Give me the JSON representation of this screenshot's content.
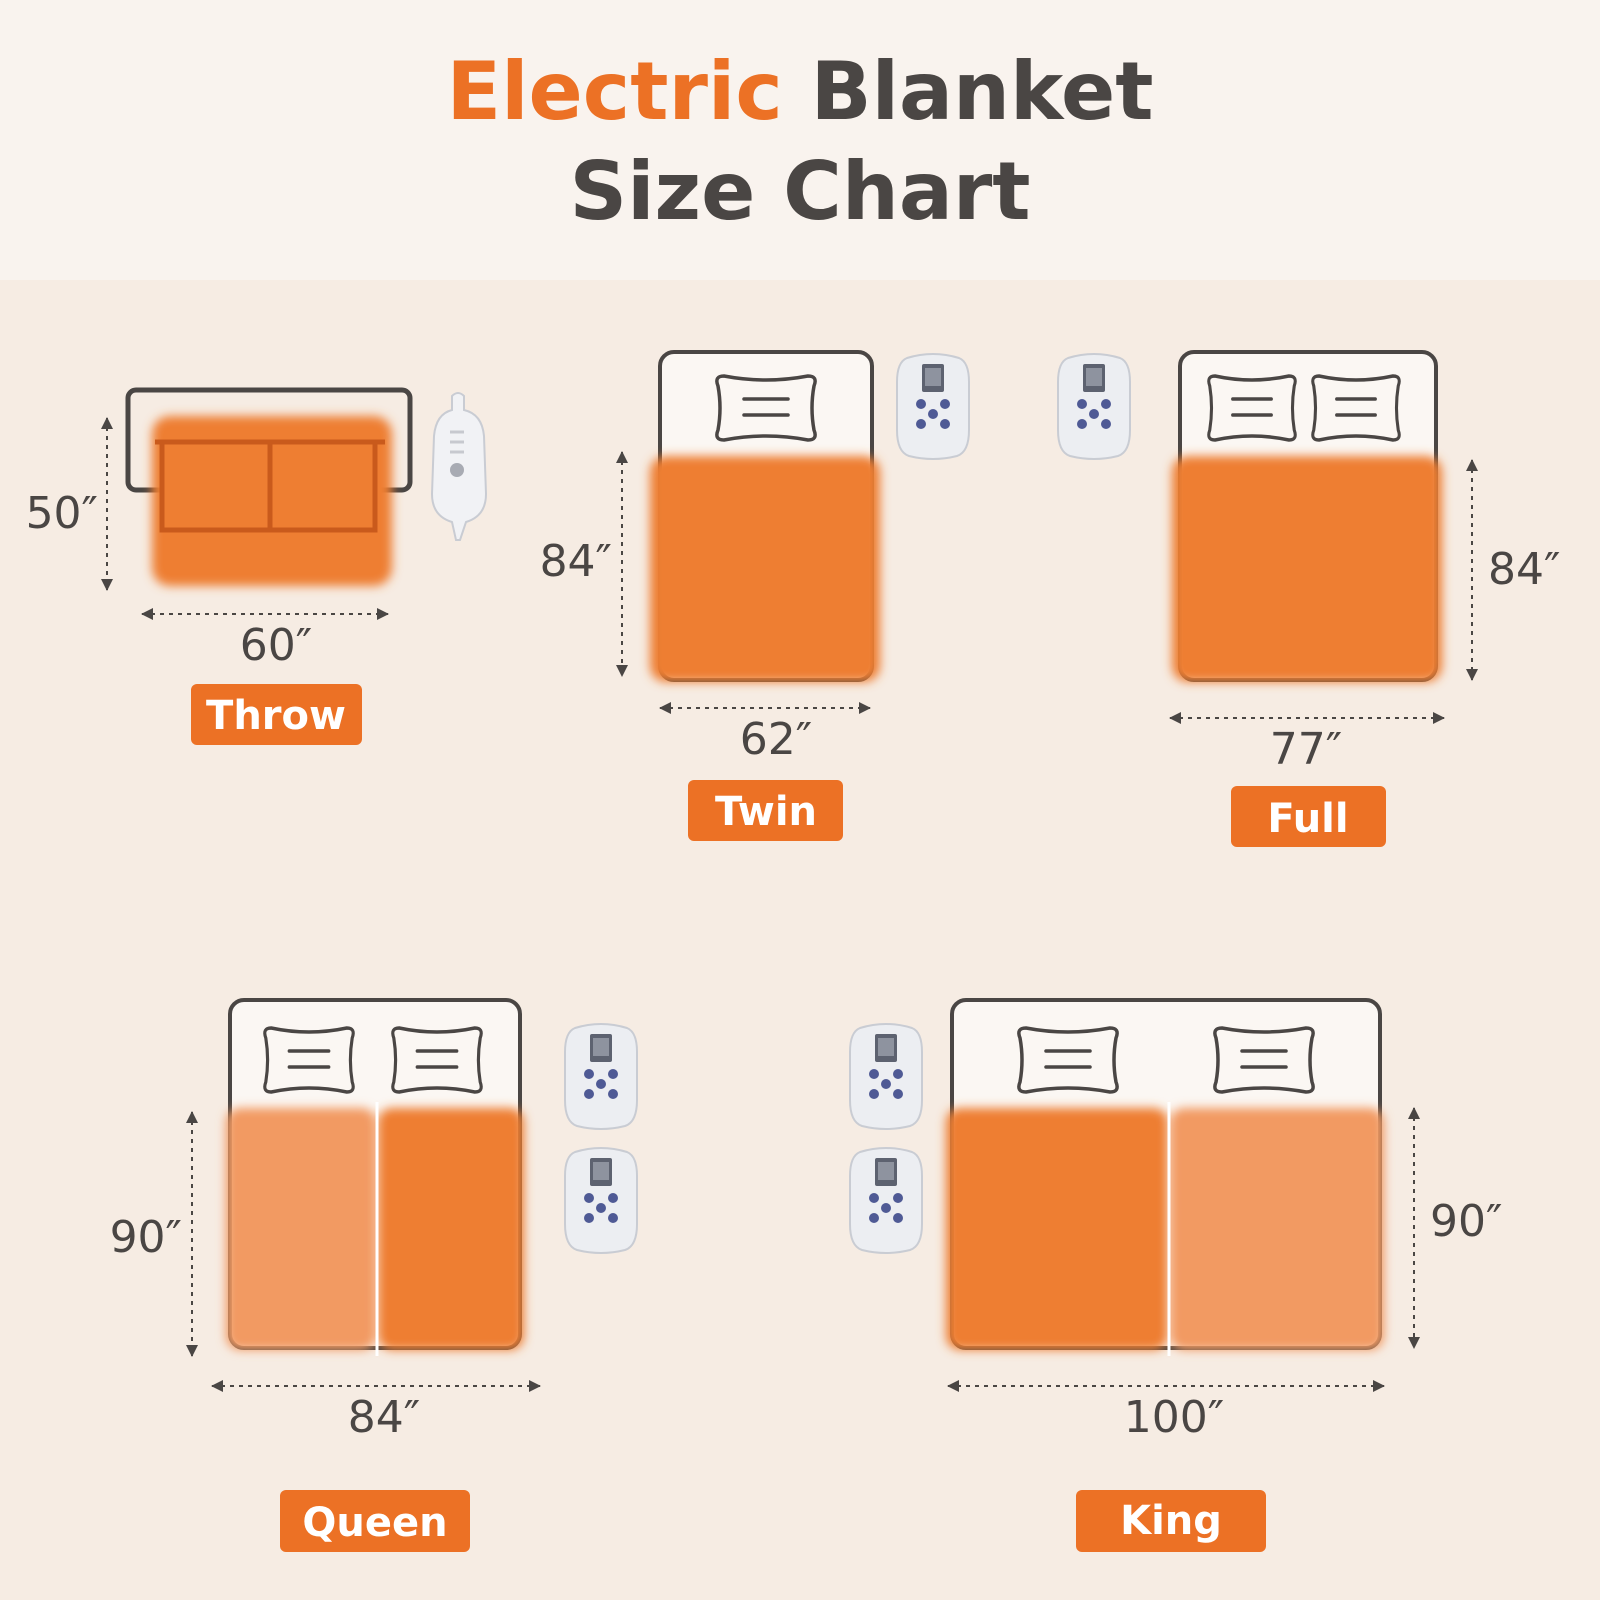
{
  "title": {
    "accent": "Electric",
    "rest": " Blanket",
    "line2": "Size Chart"
  },
  "colors": {
    "accent": "#ec7125",
    "blanket": "#ee7e33",
    "blanket_light": "#f29a62",
    "text": "#4a4644",
    "bg": "#f6ece3",
    "header_bg": "#f9f3ee"
  },
  "sizes": [
    {
      "id": "throw",
      "name": "Throw",
      "width": "60″",
      "length": "50″",
      "controllers": 1
    },
    {
      "id": "twin",
      "name": "Twin",
      "width": "62″",
      "length": "84″",
      "controllers": 1
    },
    {
      "id": "full",
      "name": "Full",
      "width": "77″",
      "length": "84″",
      "controllers": 1
    },
    {
      "id": "queen",
      "name": "Queen",
      "width": "84″",
      "length": "90″",
      "controllers": 2
    },
    {
      "id": "king",
      "name": "King",
      "width": "100″",
      "length": "90″",
      "controllers": 2
    }
  ],
  "icons": [
    "sofa-icon",
    "bed-icon",
    "pillow-icon",
    "controller-icon",
    "arrow-icon"
  ]
}
